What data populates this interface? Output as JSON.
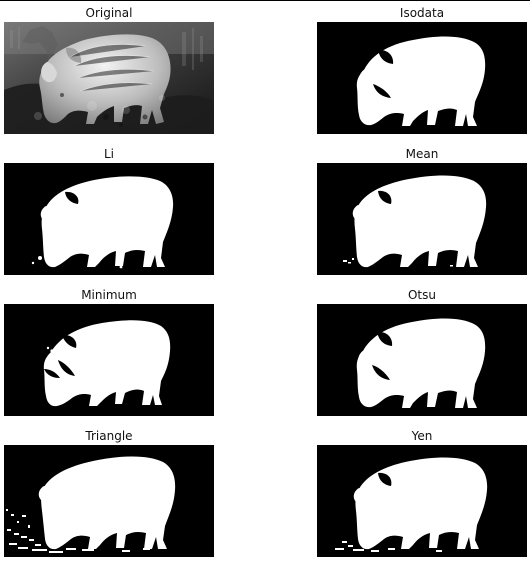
{
  "panels": [
    {
      "title": "Original",
      "variant": "original"
    },
    {
      "title": "Isodata",
      "variant": "isodata"
    },
    {
      "title": "Li",
      "variant": "li"
    },
    {
      "title": "Mean",
      "variant": "mean"
    },
    {
      "title": "Minimum",
      "variant": "minimum"
    },
    {
      "title": "Otsu",
      "variant": "otsu"
    },
    {
      "title": "Triangle",
      "variant": "triangle"
    },
    {
      "title": "Yen",
      "variant": "yen"
    }
  ],
  "colors": {
    "background": "#ffffff",
    "image_bg": "#000000",
    "foreground": "#ffffff"
  }
}
